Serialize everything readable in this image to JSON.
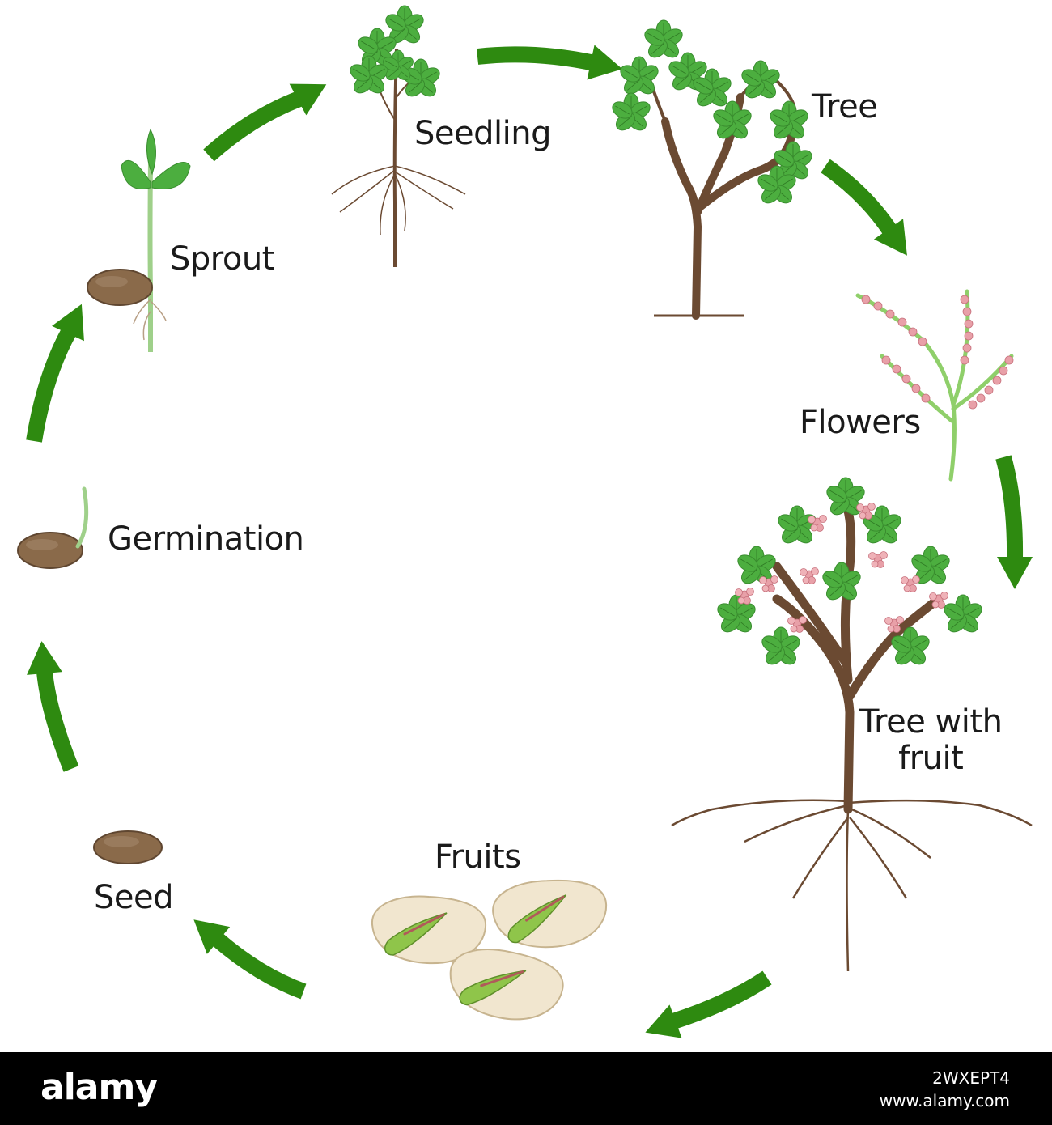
{
  "stages": {
    "seedling": "Seedling",
    "tree": "Tree",
    "sprout": "Sprout",
    "flowers": "Flowers",
    "germination": "Germination",
    "tree_with_fruit_line1": "Tree with",
    "tree_with_fruit_line2": "fruit",
    "fruits": "Fruits",
    "seed": "Seed"
  },
  "footer": {
    "brand": "alamy",
    "image_id": "2WXEPT4",
    "site": "www.alamy.com"
  },
  "colors": {
    "arrow": "#2e8a10",
    "leaf": "#4cae3f",
    "trunk": "#6b4a32",
    "seed": "#8a6a4a",
    "blossom": "#e8a0a8",
    "shell": "#f1e6cf",
    "kernel": "#8fc54a"
  }
}
